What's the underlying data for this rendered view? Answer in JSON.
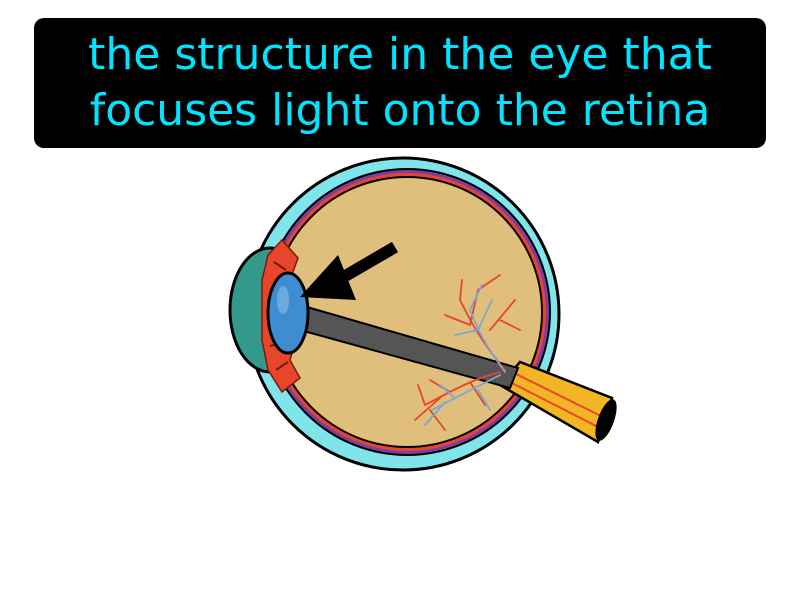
{
  "definition": {
    "lines": [
      "the structure in the eye that",
      "focuses light onto the retina"
    ]
  },
  "colors": {
    "caption_background": "#000000",
    "caption_text": "#00e5ff",
    "eye_fill": "#e0bf7c",
    "sclera_outer": "#7fe5ea",
    "lens": "#3f8dd0",
    "arrow": "#000000",
    "optic_nerve": "#f2b624",
    "blood_vessels": "#e8452c"
  },
  "icons": {
    "arrow": "pointer-arrow-icon",
    "diagram": "eye-cross-section"
  }
}
